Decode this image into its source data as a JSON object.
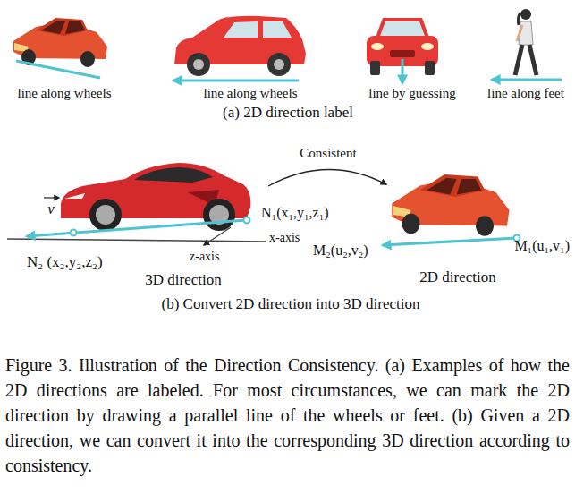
{
  "diagram": {
    "caption": "Figure 3. Illustration of the Direction Consistency. (a) Examples of how the 2D directions are labeled. For most circumstances, we can mark the 2D direction by drawing a parallel line of the wheels or feet. (b) Given a 2D direction, we can convert it into the corresponding 3D direction according to consistency.",
    "labels": [
      "line along wheels",
      "line along wheels",
      "line by guessing",
      "line along feet",
      "(a) 2D direction label",
      "Consistent",
      "v",
      "N₁(x₁,y₁,z₁)",
      "x-axis",
      "M₂(u₂,v₂)",
      "M₁(u₁,v₁)",
      "N₂ (x₂,y₂,z₂)",
      "z-axis",
      "3D direction",
      "2D direction",
      "(b) Convert 2D direction into 3D direction"
    ]
  }
}
